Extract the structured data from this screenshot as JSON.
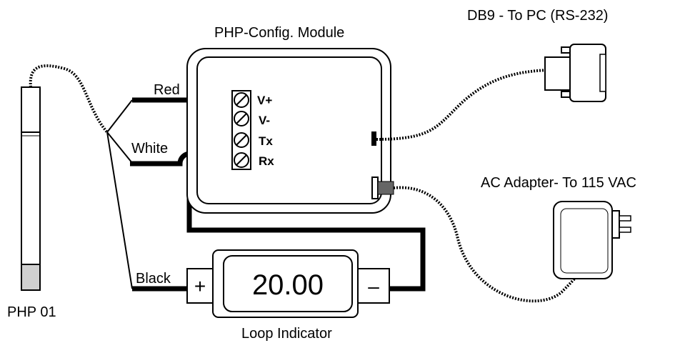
{
  "labels": {
    "module_title": "PHP-Config. Module",
    "db9": "DB9 - To PC (RS-232)",
    "ac_adapter": "AC Adapter- To 115 VAC",
    "probe": "PHP 01",
    "loop_indicator": "Loop Indicator",
    "wire_red": "Red",
    "wire_white": "White",
    "wire_black": "Black"
  },
  "terminals": [
    "V+",
    "V-",
    "Tx",
    "Rx"
  ],
  "indicator": {
    "reading": "20.00",
    "plus": "+",
    "minus": "–"
  }
}
